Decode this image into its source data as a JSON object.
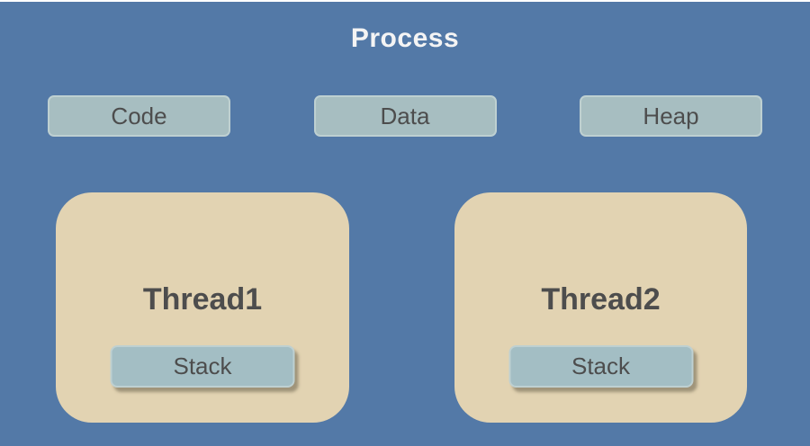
{
  "diagram": {
    "type": "process-thread-memory-diagram",
    "title": "Process",
    "segments": [
      {
        "id": "code",
        "label": "Code"
      },
      {
        "id": "data",
        "label": "Data"
      },
      {
        "id": "heap",
        "label": "Heap"
      }
    ],
    "threads": [
      {
        "id": "thread1",
        "label": "Thread1",
        "stack_label": "Stack"
      },
      {
        "id": "thread2",
        "label": "Thread2",
        "stack_label": "Stack"
      }
    ],
    "colors": {
      "background": "#5379a7",
      "top_edge": "#ffffff",
      "segment_fill": "#a7bec1",
      "segment_border": "#bed0d1",
      "thread_fill": "#e2d3b2",
      "stack_fill": "#a3bec4",
      "label_text": "#4d4d4d",
      "title_text": "#f4f4f4"
    }
  }
}
